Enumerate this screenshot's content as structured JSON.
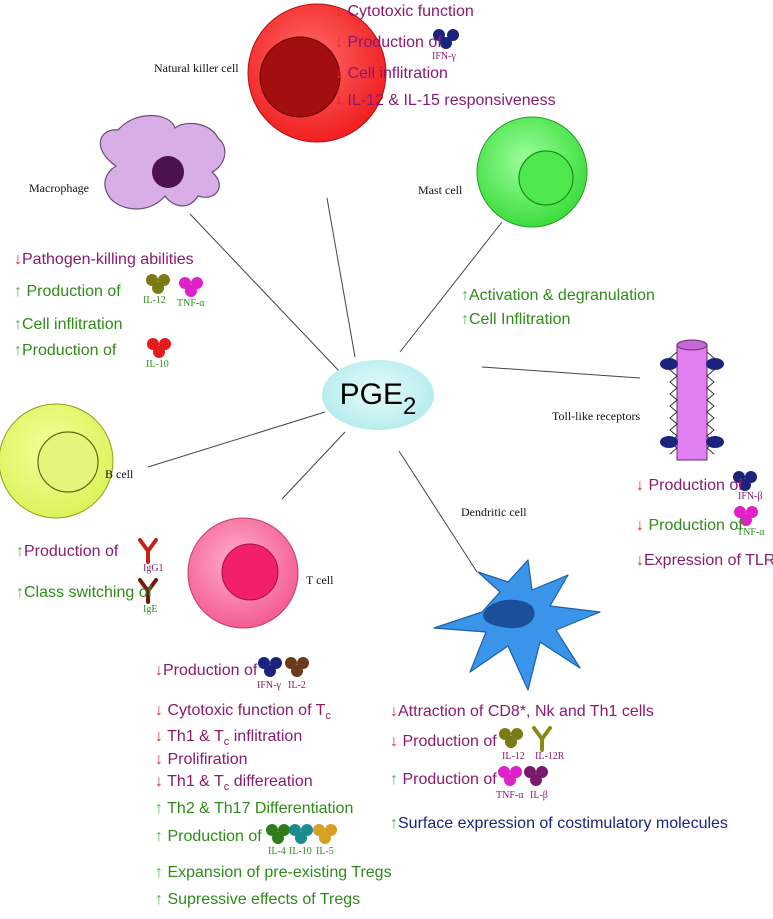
{
  "center": {
    "label": "PGE",
    "sub": "2"
  },
  "colors": {
    "down_arrow": "#d32f2f",
    "up_arrow": "#4caf50",
    "purple_text": "#8b1a6e",
    "green_text": "#2e8b1a",
    "navy_text": "#1a237e"
  },
  "cells": {
    "nk": {
      "label": "Natural killer cell"
    },
    "macrophage": {
      "label": "Macrophage"
    },
    "mast": {
      "label": "Mast cell"
    },
    "tlr": {
      "label": "Toll-like receptors"
    },
    "bcell": {
      "label": "B cell"
    },
    "tcell": {
      "label": "T cell"
    },
    "dc": {
      "label": "Dendritic cell"
    }
  },
  "effects": {
    "nk": [
      "Cytotoxic function",
      "Production of",
      "Cell inflitration",
      "IL-12 & IL-15 responsiveness"
    ],
    "macrophage": [
      "Pathogen-killing abilities",
      "Production of",
      "Cell inflitration",
      "Production of"
    ],
    "mast": [
      "Activation & degranulation",
      "Cell Inflitration"
    ],
    "tlr": [
      "Production of",
      "Production of",
      "Expression of TLRs"
    ],
    "bcell": [
      "Production of",
      "Class switching of"
    ],
    "tcell": [
      "Production of",
      "Cytotoxic function of T",
      "Th1 & T",
      "inflitration",
      "Prolifiration",
      "Th1 & T",
      "differeation",
      "Th2 & Th17 Differentiation",
      "Production of",
      "Expansion of pre-existing Tregs",
      "Supressive effects of Tregs"
    ],
    "tcell_sub": "c",
    "dc": [
      "Attraction of CD8*, Nk and Th1 cells",
      "Production of",
      "Production of",
      "Surface expression of costimulatory molecules"
    ]
  },
  "molecules": {
    "nk_ifng": "IFN-γ",
    "mac_il12": "IL-12",
    "mac_tnfa": "TNF-α",
    "mac_il10": "IL-10",
    "tlr_ifnb": "IFN-β",
    "tlr_tnfa": "TNF-α",
    "b_igg1": "IgG1",
    "b_ige": "IgE",
    "t_ifng": "IFN-γ",
    "t_il2": "IL-2",
    "t_il4": "IL-4",
    "t_il10": "IL-10",
    "t_il5": "IL-5",
    "dc_il12": "IL-12",
    "dc_il12r": "IL-12R",
    "dc_tnfa": "TNF-α",
    "dc_ilb": "IL-β"
  },
  "arrows": {
    "down": "↓",
    "up": "↑"
  }
}
